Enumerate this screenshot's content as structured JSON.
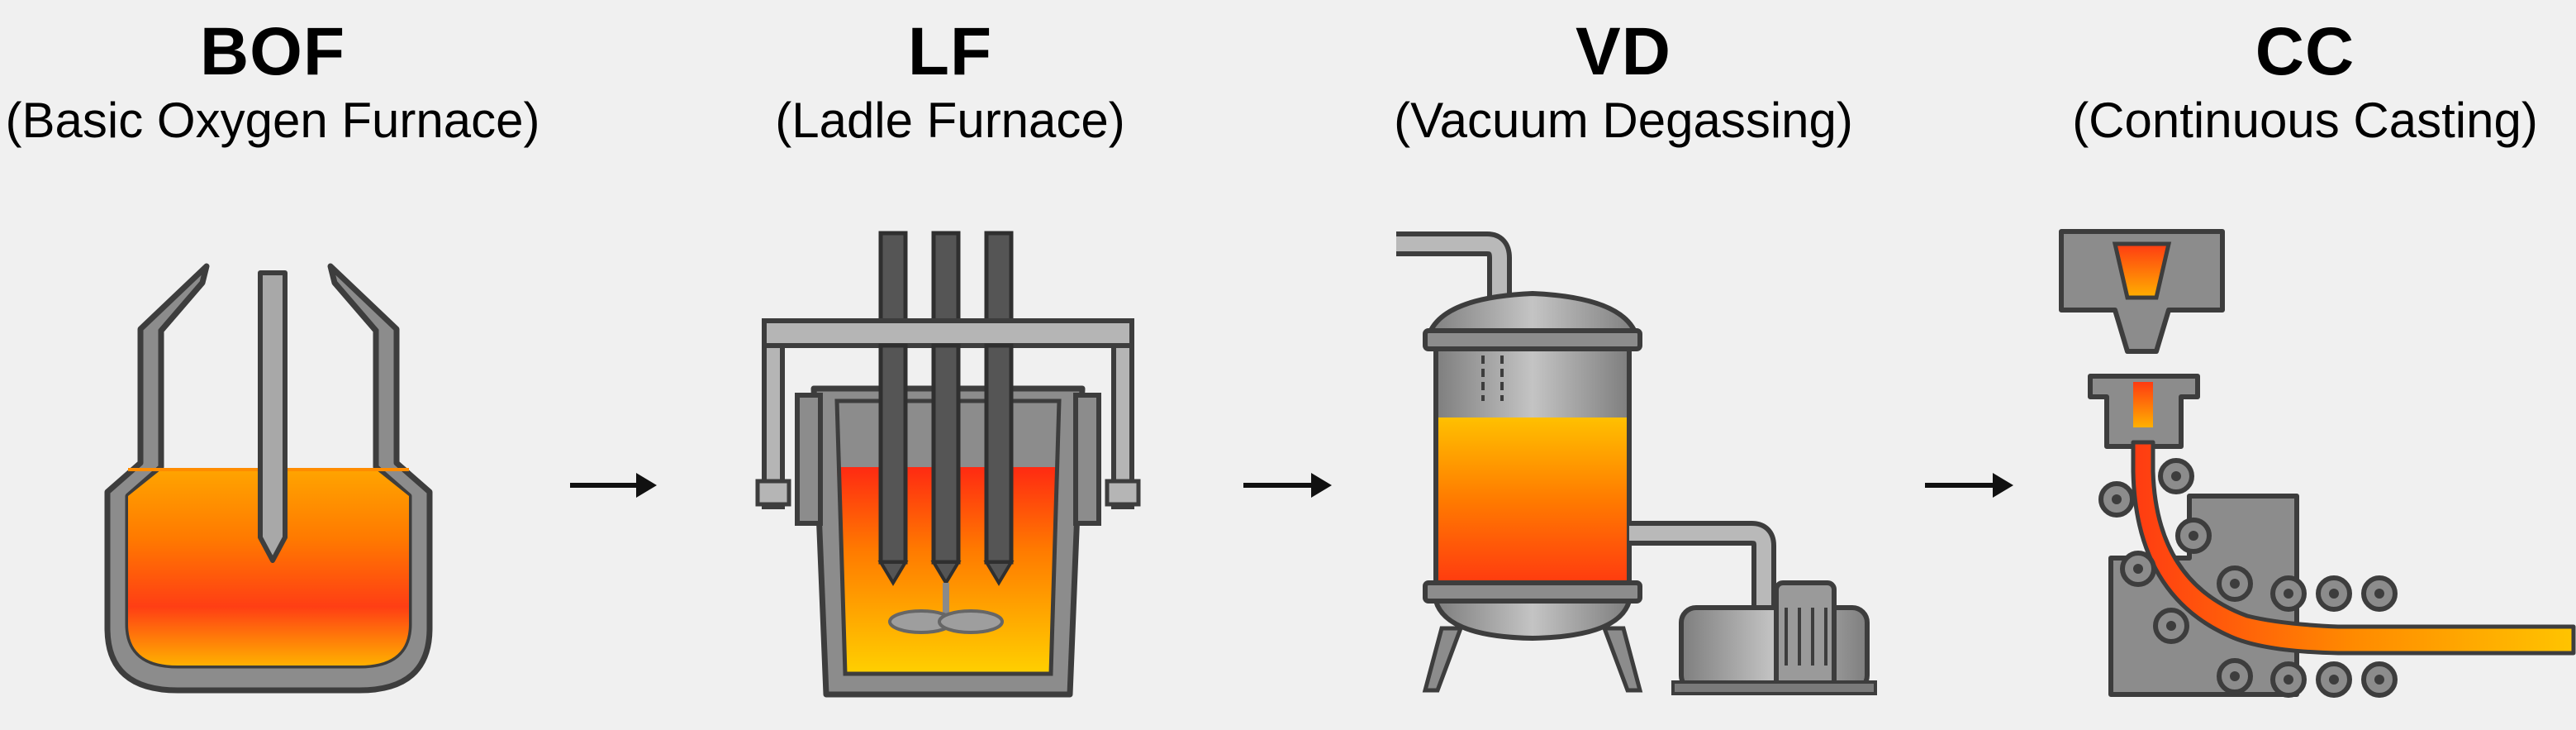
{
  "stages": [
    {
      "abbr": "BOF",
      "name": "(Basic Oxygen Furnace)"
    },
    {
      "abbr": "LF",
      "name": "(Ladle Furnace)"
    },
    {
      "abbr": "VD",
      "name": "(Vacuum Degassing)"
    },
    {
      "abbr": "CC",
      "name": "(Continuous Casting)"
    }
  ],
  "colors": {
    "outline": "#3d3d3d",
    "steel_gray": "#8c8c8c",
    "steel_light": "#b9b9b9",
    "molten_top": "#ff8a00",
    "molten_hot": "#ff3b12",
    "molten_bottom": "#ffd200",
    "background": "#f0f0f0"
  }
}
